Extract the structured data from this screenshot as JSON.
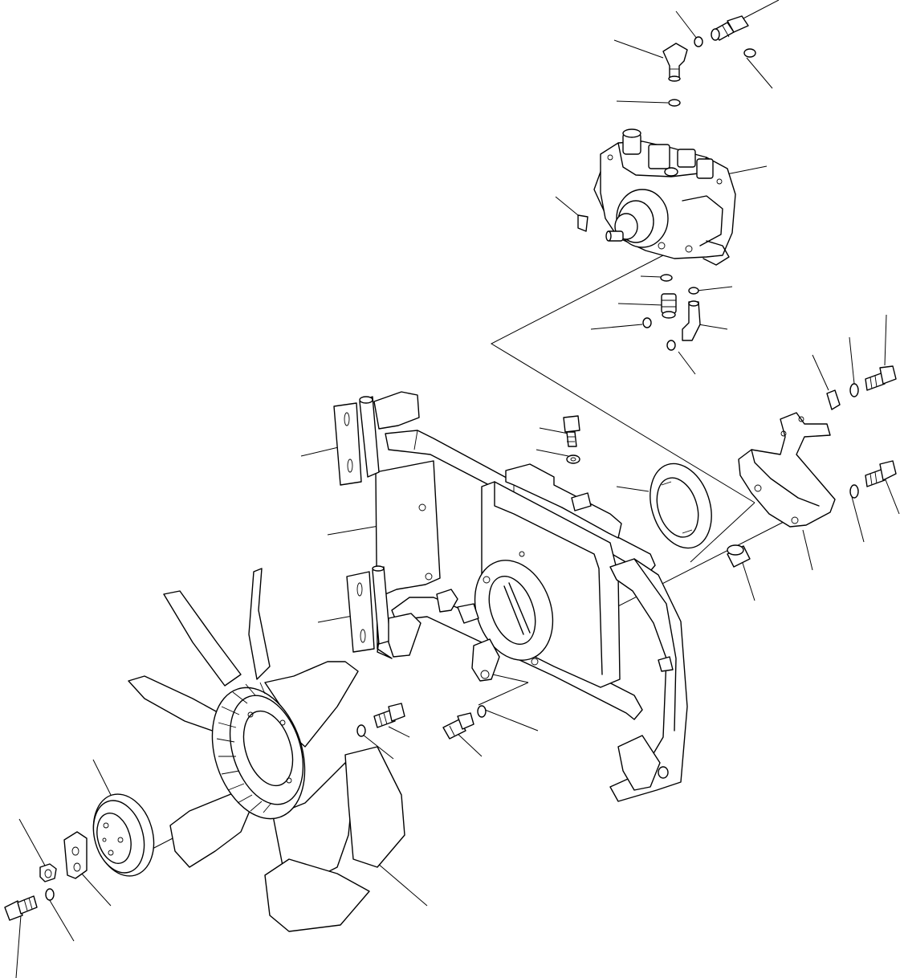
{
  "diagram": {
    "background": "#ffffff",
    "line_color": "#000000",
    "parts": [
      "pump-assembly",
      "elbow-fitting",
      "straight-fitting",
      "o-ring",
      "mounting-frame",
      "hinge-plate",
      "spacer-ring",
      "bracket",
      "bolt",
      "washer",
      "spacer-collar",
      "fan",
      "fan-hub",
      "fan-pulley",
      "shim-plate",
      "nut"
    ]
  }
}
